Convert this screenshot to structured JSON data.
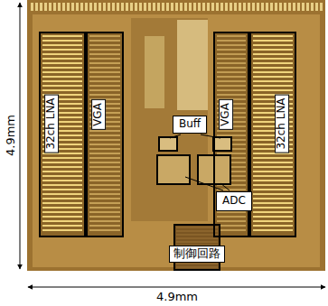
{
  "diagram": {
    "nodes": [
      {
        "text": [
          "32ch LNA"
        ]
      },
      {
        "text": [
          "VGA"
        ]
      },
      {
        "text": [
          "Buff"
        ]
      },
      {
        "text": [
          "VGA"
        ]
      },
      {
        "text": [
          "32ch LNA"
        ]
      },
      {
        "text": [
          "ADC"
        ]
      },
      {
        "text": [
          "制御回路"
        ]
      }
    ],
    "labels": [
      "4.9mm",
      "4.9mm"
    ]
  }
}
